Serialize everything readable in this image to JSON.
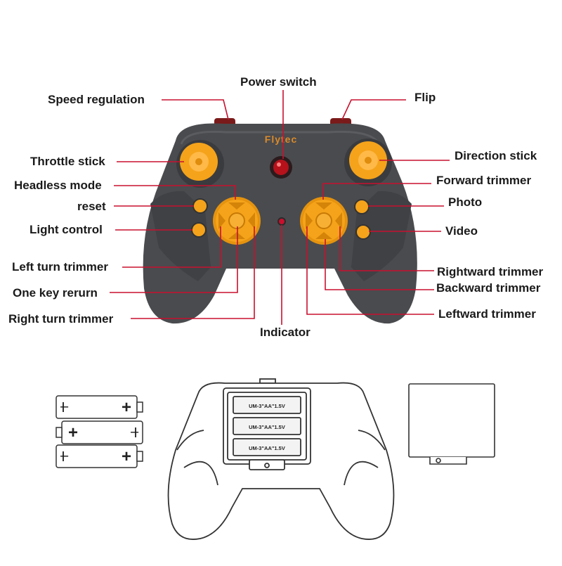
{
  "callouts": {
    "speed_regulation": "Speed regulation",
    "power_switch": "Power switch",
    "flip": "Flip",
    "throttle_stick": "Throttle stick",
    "direction_stick": "Direction stick",
    "headless_mode": "Headless mode",
    "forward_trimmer": "Forward trimmer",
    "reset": "reset",
    "photo": "Photo",
    "light_control": "Light control",
    "video": "Video",
    "left_turn_trimmer": "Left turn trimmer",
    "rightward_trimmer": "Rightward trimmer",
    "one_key_return": "One key rerurn",
    "backward_trimmer": "Backward trimmer",
    "right_turn_trimmer": "Right turn trimmer",
    "leftward_trimmer": "Leftward trimmer",
    "indicator": "Indicator"
  },
  "controller": {
    "brand": "Flytec",
    "body_color": "#4a4b4e",
    "accent_color": "#f5a31a",
    "leader_color": "#c8102e"
  },
  "batteries": {
    "spec": "UM-3\"AA\"1.5V",
    "plus": "+",
    "minus": "–"
  }
}
